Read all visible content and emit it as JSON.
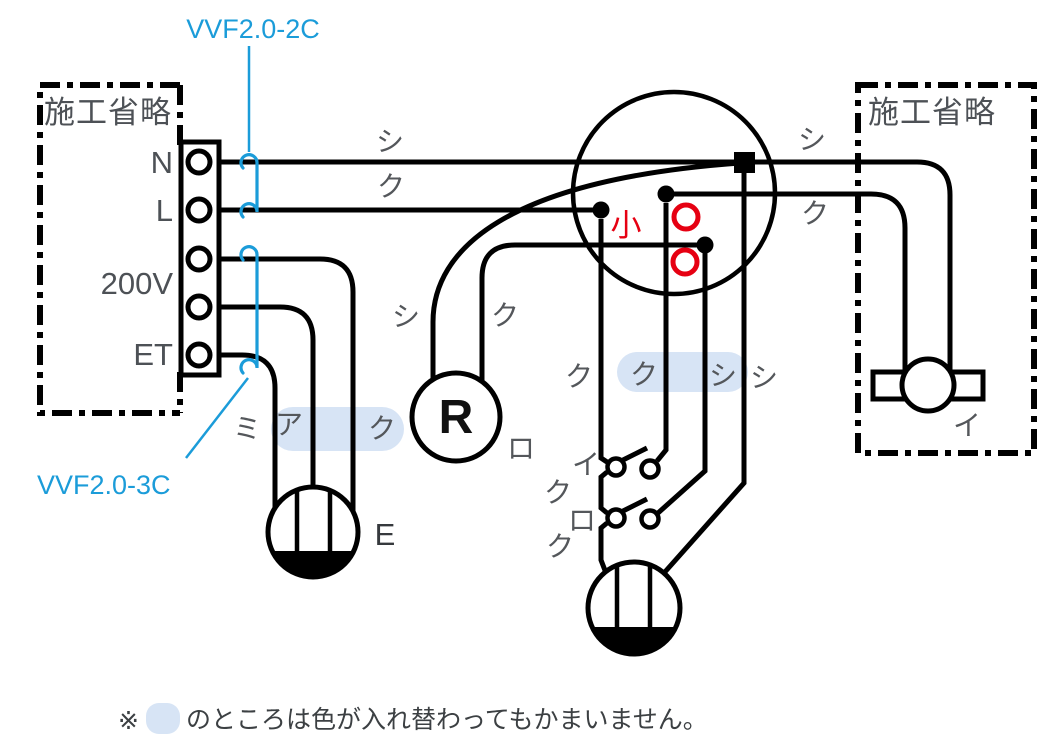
{
  "colors": {
    "wire": "#000000",
    "label_gray": "#54575b",
    "cable_blue": "#1b9cd9",
    "mark_red": "#e60012",
    "highlight_blue": "#d7e4f5"
  },
  "cables": {
    "top_label": "VVF2.0-2C",
    "bottom_label": "VVF2.0-3C"
  },
  "panels": {
    "left_title": "施工省略",
    "right_title": "施工省略"
  },
  "terminals": {
    "neutral": "N",
    "live": "L",
    "v200": "200V",
    "earth": "ET"
  },
  "junction": {
    "sleeve_size": "小"
  },
  "wire_marks": {
    "source_neutral": "シ",
    "source_live": "ク",
    "right_neutral": "シ",
    "right_switched": "ク",
    "receptacle_neutral": "シ",
    "receptacle_switched": "ク",
    "drop_common": "ク",
    "drop_switch1": "ク",
    "drop_switch2": "シ",
    "drop_outlet_neutral": "シ",
    "earth_mi": "ミ",
    "earth_a": "ア",
    "earth_ku": "ク",
    "switch1_feed": "ク",
    "switch2_feed": "ク"
  },
  "devices": {
    "receptacle_letter": "R",
    "receptacle_tag": "ロ",
    "earth_outlet_letter": "E",
    "ceiling_tag": "イ",
    "switch1_tag": "イ",
    "switch2_tag": "ロ"
  },
  "note": {
    "prefix": "※",
    "text": "のところは色が入れ替わってもかまいません。"
  }
}
